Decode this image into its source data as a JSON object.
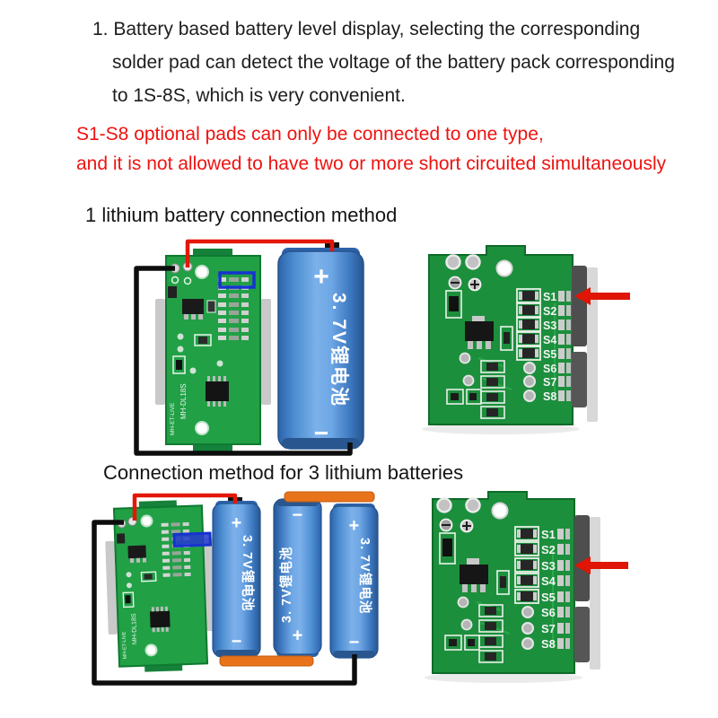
{
  "intro": {
    "line1": "1. Battery based battery level display, selecting the corresponding",
    "line2": "solder pad can detect the voltage of the battery pack corresponding",
    "line3": "to 1S-8S, which is very convenient."
  },
  "warning": {
    "line1": "S1-S8 optional pads can only be connected to one type,",
    "line2": "and it is not allowed to have two or more short circuited simultaneously"
  },
  "figure1": {
    "title": "1 lithium battery connection method"
  },
  "figure2": {
    "title": "Connection method for 3 lithium batteries"
  },
  "battery": {
    "plus": "+",
    "body": "3. 7V锂电池",
    "minus": "−"
  },
  "module": {
    "model": "MH-DL18S",
    "brand": "MH-ET-LIVE"
  },
  "closeup": {
    "pads": [
      "S1",
      "S2",
      "S3",
      "S4",
      "S5",
      "S6",
      "S7",
      "S8"
    ]
  },
  "colors": {
    "body_text": "#1d1d1d",
    "warning_red": "#ee1310",
    "pcb_green": "#1f9c42",
    "battery_blue": "#4a8fd6",
    "wire_red": "#e31708",
    "wire_black": "#0d0d0d",
    "connector_orange": "#e8731a",
    "highlight_blue": "#1633cf",
    "arrow_red": "#e01505"
  }
}
